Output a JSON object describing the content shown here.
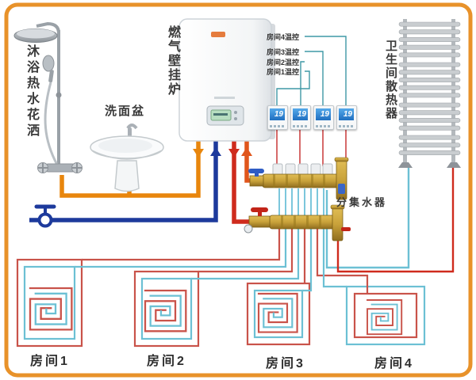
{
  "labels": {
    "shower": "沐浴热水花洒",
    "basin": "洗面盆",
    "boiler": "燃气壁挂炉",
    "radiator": "卫生间散热器",
    "manifold": "分集水器"
  },
  "thermostat_links": [
    {
      "text": "房间4温控"
    },
    {
      "text": "房间3温控"
    },
    {
      "text": "房间2温控"
    },
    {
      "text": "房间1温控"
    }
  ],
  "thermostats": [
    {
      "display": "19"
    },
    {
      "display": "19"
    },
    {
      "display": "19"
    },
    {
      "display": "19"
    }
  ],
  "rooms": [
    {
      "label": "房间1"
    },
    {
      "label": "房间2"
    },
    {
      "label": "房间3"
    },
    {
      "label": "房间4"
    }
  ],
  "colors": {
    "border": "#e8922a",
    "hot_water_pipe": "#e8860d",
    "cold_water_pipe": "#1d3a9c",
    "heating_supply_pipe": "#cf2b1d",
    "heating_return_pipe": "#e0561c",
    "loop_supply_line": "#c9534a",
    "loop_return_line": "#6cc0d4",
    "thermostat_wire": "#3f98a6",
    "manifold_brass": "#c9a23a"
  }
}
